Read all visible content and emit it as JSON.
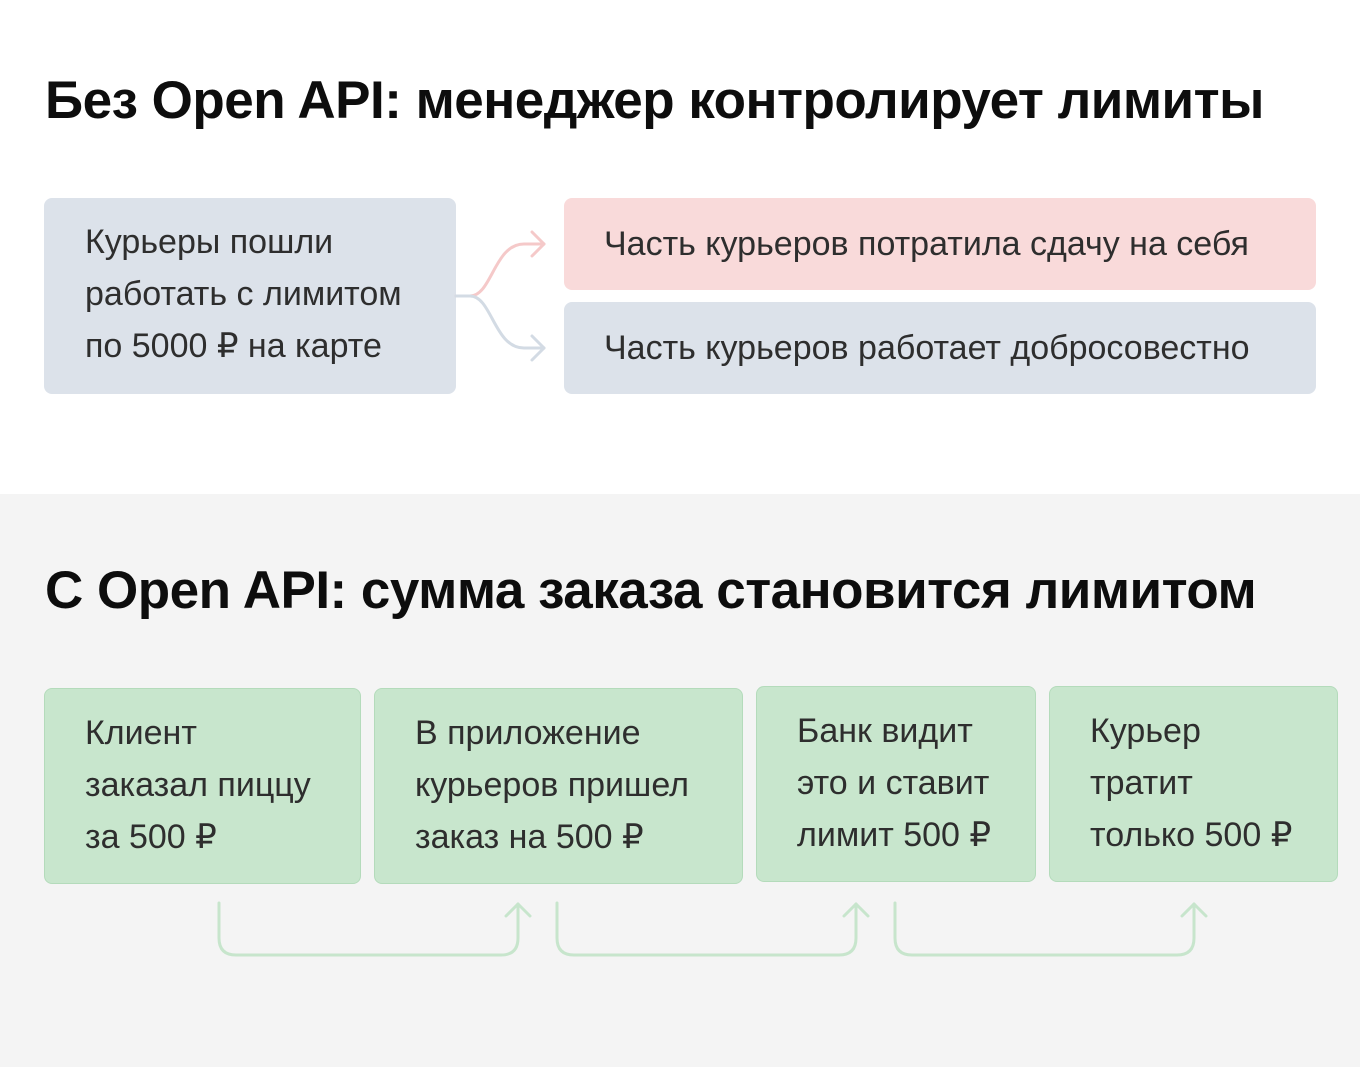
{
  "top": {
    "title": "Без Open API: менеджер контролирует лимиты",
    "source_lines": [
      "Курьеры пошли",
      "работать с лимитом",
      "по 5000 ₽ на карте"
    ],
    "outcome_bad": "Часть курьеров потратила сдачу на себя",
    "outcome_good": "Часть курьеров работает добросовестно"
  },
  "bottom": {
    "title": "С Open API: сумма заказа становится лимитом",
    "steps": [
      {
        "lines": [
          "Клиент",
          "заказал пиццу",
          "за 500 ₽"
        ]
      },
      {
        "lines": [
          "В приложение",
          "курьеров пришел",
          "заказ на 500 ₽"
        ]
      },
      {
        "lines": [
          "Банк видит",
          "это и ставит",
          "лимит 500 ₽"
        ]
      },
      {
        "lines": [
          "Курьер",
          "тратит",
          "только 500 ₽"
        ]
      }
    ]
  },
  "colors": {
    "neutral_box": "#dce2ea",
    "negative_box": "#f9dada",
    "positive_box": "#c8e6cd",
    "negative_arrow": "#f5c9c9",
    "neutral_arrow": "#d3dbe4",
    "flow_arrow": "#c7e5cc",
    "bottom_background": "#f4f4f4"
  }
}
